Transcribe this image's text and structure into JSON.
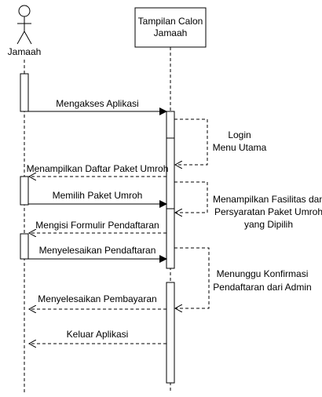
{
  "actors": {
    "user": {
      "label": "Jamaah"
    },
    "system": {
      "line1": "Tampilan Calon",
      "line2": "Jamaah"
    }
  },
  "messages": [
    {
      "id": "m1",
      "label": "Mengakses Aplikasi",
      "kind": "sync"
    },
    {
      "id": "m2",
      "label": "Menampilkan Daftar Paket Umroh",
      "kind": "return"
    },
    {
      "id": "m3",
      "label": "Memilih Paket Umroh",
      "kind": "sync"
    },
    {
      "id": "m4",
      "label": "Mengisi Formulir Pendaftaran",
      "kind": "return"
    },
    {
      "id": "m5",
      "label": "Menyelesaikan Pendaftaran",
      "kind": "sync"
    },
    {
      "id": "m6",
      "label": "Menyelesaikan Pembayaran",
      "kind": "return"
    },
    {
      "id": "m7",
      "label": "Keluar Aplikasi",
      "kind": "return"
    }
  ],
  "self_calls": [
    {
      "id": "s1",
      "lines": [
        "Login",
        "Menu Utama"
      ]
    },
    {
      "id": "s2",
      "lines": [
        "Menampilkan Fasilitas dan",
        "Persyaratan Paket Umroh",
        "yang Dipilih"
      ]
    },
    {
      "id": "s3",
      "lines": [
        "Menunggu Konfirmasi",
        "Pendaftaran dari Admin"
      ]
    }
  ]
}
